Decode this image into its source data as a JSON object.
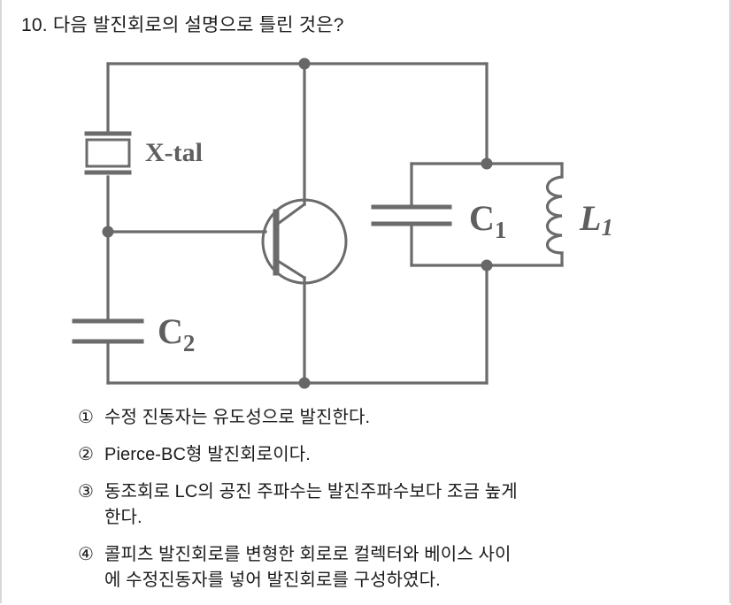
{
  "question": {
    "number": "10.",
    "stem": "다음 발진회로의 설명으로 틀린 것은?",
    "full_stem": "10. 다음 발진회로의 설명으로 틀린 것은?"
  },
  "figure": {
    "type": "circuit-diagram",
    "description": "Pierce crystal oscillator (Colpitts variant) with NPN transistor, X-tal between collector and base, C2 from base to ground, parallel LC tank (C1, L1) on the collector side",
    "labels": {
      "crystal": "X-tal",
      "cap_base": "C",
      "cap_base_sub": "2",
      "cap_tank": "C",
      "cap_tank_sub": "1",
      "inductor": "L",
      "inductor_sub": "1"
    },
    "components": [
      {
        "name": "crystal",
        "label": "X-tal",
        "kind": "quartz-crystal"
      },
      {
        "name": "transistor",
        "label": "",
        "kind": "npn-transistor"
      },
      {
        "name": "capacitor-c2",
        "label": "C2",
        "kind": "capacitor"
      },
      {
        "name": "capacitor-c1",
        "label": "C1",
        "kind": "capacitor"
      },
      {
        "name": "inductor-l1",
        "label": "L1",
        "kind": "inductor"
      }
    ],
    "colors": {
      "wire": "#6b6b6b",
      "wire_dark": "#555555",
      "node": "#676767",
      "label": "#5f5f5f",
      "background": "#ffffff"
    }
  },
  "options": [
    {
      "marker": "①",
      "marker_name": "option-1",
      "line1": "수정 진동자는 유도성으로 발진한다.",
      "line2": ""
    },
    {
      "marker": "②",
      "marker_name": "option-2",
      "line1": "Pierce-BC형 발진회로이다.",
      "line2": ""
    },
    {
      "marker": "③",
      "marker_name": "option-3",
      "line1": "동조회로 LC의 공진 주파수는 발진주파수보다 조금 높게",
      "line2": "한다."
    },
    {
      "marker": "④",
      "marker_name": "option-4",
      "line1": "콜피츠 발진회로를 변형한 회로로 컬렉터와 베이스 사이",
      "line2": "에 수정진동자를 넣어 발진회로를 구성하였다."
    }
  ]
}
